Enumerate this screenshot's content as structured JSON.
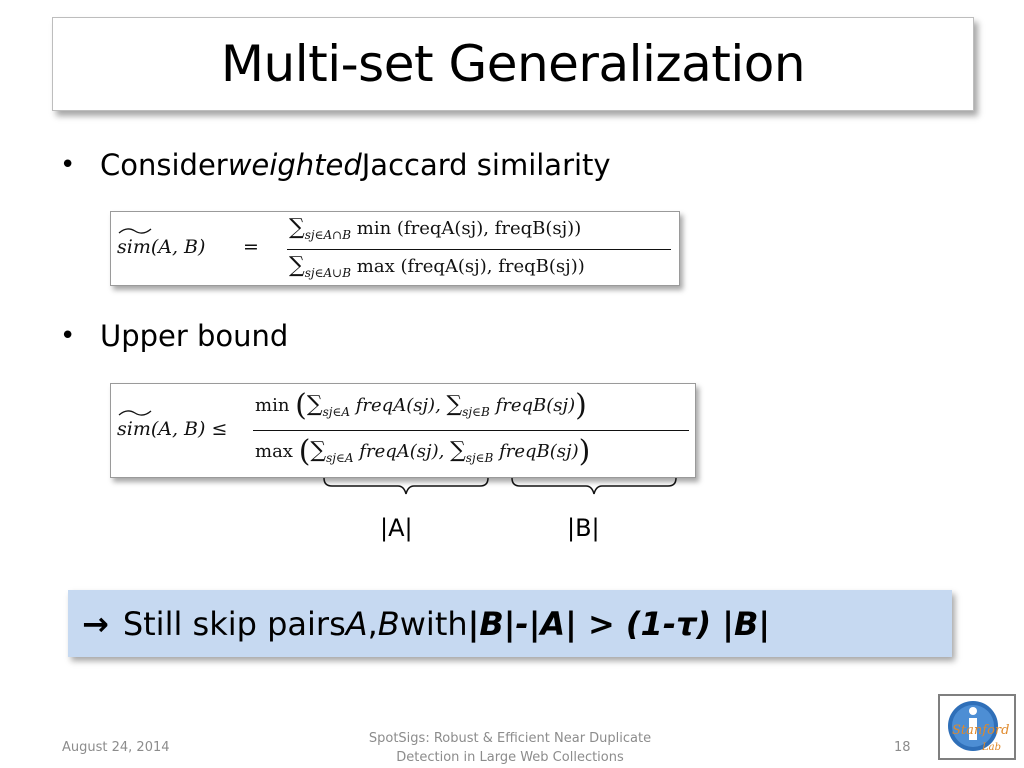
{
  "slide": {
    "title": "Multi-set Generalization",
    "bullet1": {
      "pre": "Consider ",
      "italic": "weighted",
      "post": " Jaccard similarity"
    },
    "bullet2": {
      "text": "Upper bound"
    },
    "brace_labels": {
      "a": "|A|",
      "b": "|B|"
    },
    "banner": {
      "arrow": "→",
      "pre": "Still skip pairs ",
      "a": "A",
      "comma": ", ",
      "b": "B",
      "mid": " with ",
      "expr": "|B|-|A| > (1-τ) |B|"
    }
  },
  "formula1": {
    "lhs": "sim(A, B)",
    "eq": "=",
    "num_sub": "sj∈A∩B",
    "num_body": "min (freqA(sj), freqB(sj))",
    "den_sub": "sj∈A∪B",
    "den_body": "max (freqA(sj), freqB(sj))"
  },
  "formula2": {
    "lhs": "sim(A, B) ≤",
    "num_op": "min",
    "den_op": "max",
    "term_a": "freqA(sj),",
    "term_b": "freqB(sj)",
    "sub_a": "sj∈A",
    "sub_b": "sj∈B"
  },
  "footer": {
    "date": "August 24, 2014",
    "center_line1": "SpotSigs: Robust & Efficient Near Duplicate",
    "center_line2": "Detection in Large Web Collections",
    "page": "18"
  },
  "logo": {
    "text1": "Stanford",
    "text2": "Lab",
    "glyph": "i"
  },
  "colors": {
    "banner": "#c6d9f1",
    "footer_text": "#8c8c8c",
    "logo_blue": "#2f6fb8",
    "logo_orange": "#e0892a"
  }
}
